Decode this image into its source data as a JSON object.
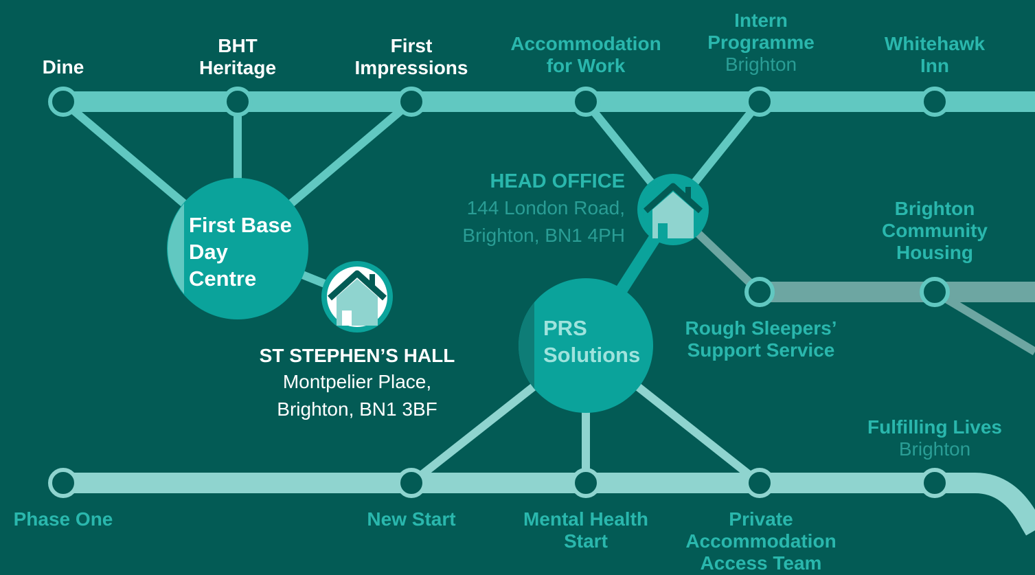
{
  "colors": {
    "background": "#035b55",
    "line_light": "#61c8c1",
    "line_bottom": "#8fd4cf",
    "line_grey": "#6da6a2",
    "hub": "#0ba39b",
    "hub_dark": "#0e7d77",
    "label_teal": "#2ab7ad"
  },
  "top_line": {
    "stations": [
      {
        "title": "Dine",
        "subtitle": ""
      },
      {
        "title": "BHT\nHeritage",
        "subtitle": ""
      },
      {
        "title": "First\nImpressions",
        "subtitle": ""
      },
      {
        "title": "Accommodation\nfor Work",
        "subtitle": ""
      },
      {
        "title": "Intern\nProgramme",
        "subtitle": "Brighton"
      },
      {
        "title": "Whitehawk\nInn",
        "subtitle": ""
      }
    ]
  },
  "middle_line": {
    "stations": [
      {
        "title": "Rough Sleepers’\nSupport Service",
        "subtitle": ""
      },
      {
        "title": "Brighton\nCommunity\nHousing",
        "subtitle": ""
      }
    ]
  },
  "bottom_line": {
    "stations": [
      {
        "title": "Phase One",
        "subtitle": ""
      },
      {
        "title": "New Start",
        "subtitle": ""
      },
      {
        "title": "Mental Health\nStart",
        "subtitle": ""
      },
      {
        "title": "Private\nAccommodation\nAccess Team",
        "subtitle": ""
      },
      {
        "title": "Fulfilling Lives",
        "subtitle": "Brighton"
      }
    ]
  },
  "hubs": {
    "first_base": "First Base\nDay\nCentre",
    "prs": "PRS\nSolutions"
  },
  "locations": {
    "head_office": {
      "name": "HEAD OFFICE",
      "line1": "144 London Road,",
      "line2": "Brighton, BN1 4PH"
    },
    "st_stephens": {
      "name": "ST STEPHEN’S HALL",
      "line1": "Montpelier Place,",
      "line2": "Brighton, BN1 3BF"
    }
  },
  "icons": [
    "house-icon"
  ]
}
